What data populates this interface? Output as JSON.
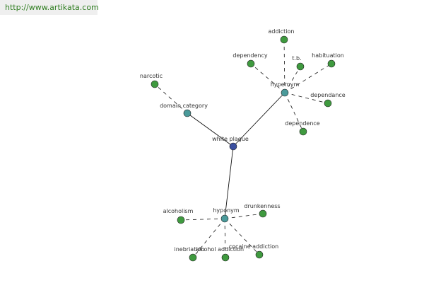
{
  "header": {
    "url": "http://www.artikata.com"
  },
  "colors": {
    "root": "#3a4fa0",
    "relation": "#4a9a9a",
    "leaf": "#3f9a3f",
    "edge": "#111111",
    "background": "#ffffff"
  },
  "graph": {
    "root": {
      "id": "root",
      "label": "white plague"
    },
    "relations": [
      {
        "id": "domain",
        "label": "domain category"
      },
      {
        "id": "hypernym",
        "label": "hypernym"
      },
      {
        "id": "hyponym",
        "label": "hyponym"
      }
    ],
    "leaves": [
      {
        "id": "narcotic",
        "label": "narcotic",
        "parent": "domain"
      },
      {
        "id": "addiction",
        "label": "addiction",
        "parent": "hypernym"
      },
      {
        "id": "dependency",
        "label": "dependency",
        "parent": "hypernym"
      },
      {
        "id": "tb",
        "label": "t.b.",
        "parent": "hypernym"
      },
      {
        "id": "habituation",
        "label": "habituation",
        "parent": "hypernym"
      },
      {
        "id": "dependance",
        "label": "dependance",
        "parent": "hypernym"
      },
      {
        "id": "dependence",
        "label": "dependence",
        "parent": "hypernym"
      },
      {
        "id": "alcoholism",
        "label": "alcoholism",
        "parent": "hyponym"
      },
      {
        "id": "drunkenness",
        "label": "drunkenness",
        "parent": "hyponym"
      },
      {
        "id": "inebriation",
        "label": "inebriation",
        "parent": "hyponym"
      },
      {
        "id": "alcohol-addiction",
        "label": "alcohol addiction",
        "parent": "hyponym"
      },
      {
        "id": "cocaine-addiction",
        "label": "cocaine addiction",
        "parent": "hyponym"
      }
    ]
  }
}
